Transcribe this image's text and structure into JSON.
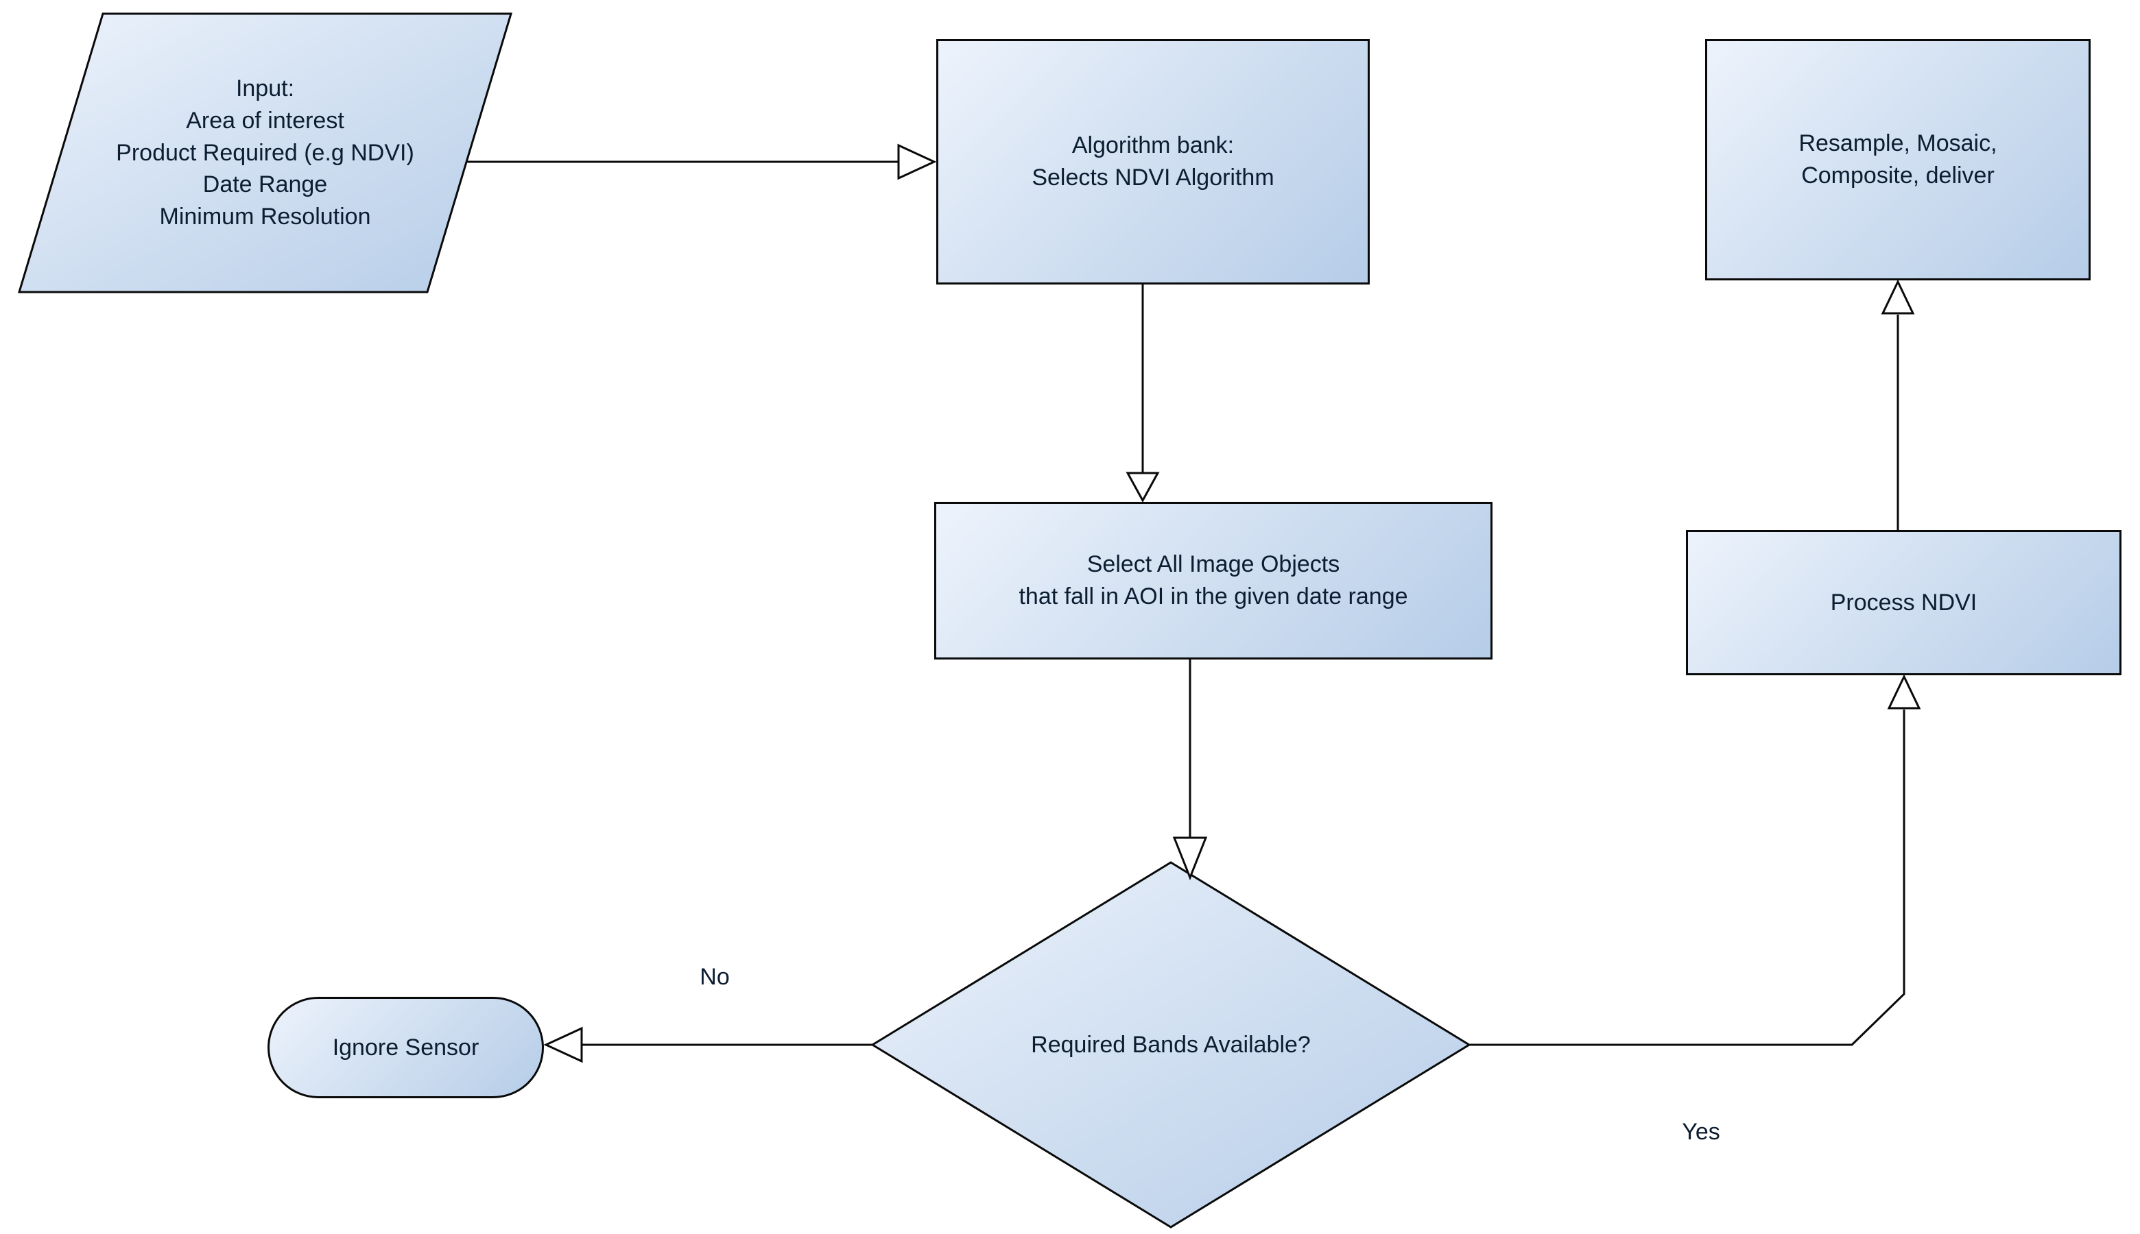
{
  "diagram": {
    "title": "NDVI product request processing flowchart",
    "colors": {
      "background": "#ffffff",
      "shape_fill_light": "#edf3fc",
      "shape_fill_dark": "#b6cde8",
      "shape_border": "#0a0a0a",
      "connector": "#0a0a0a",
      "text": "#0c1d31"
    },
    "nodes": {
      "input": {
        "shape": "parallelogram",
        "lines": [
          "Input:",
          "Area of interest",
          "Product Required (e.g NDVI)",
          "Date Range",
          "Minimum Resolution"
        ]
      },
      "algorithm_bank": {
        "shape": "rectangle",
        "lines": [
          "Algorithm bank:",
          "Selects NDVI Algorithm"
        ]
      },
      "resample": {
        "shape": "rectangle",
        "lines": [
          "Resample, Mosaic,",
          "Composite, deliver"
        ]
      },
      "select_objects": {
        "shape": "rectangle",
        "lines": [
          "Select All Image Objects",
          "that fall in AOI in the given date range"
        ]
      },
      "process_ndvi": {
        "shape": "rectangle",
        "lines": [
          "Process NDVI"
        ]
      },
      "decision": {
        "shape": "diamond",
        "lines": [
          "Required Bands Available?"
        ]
      },
      "ignore_sensor": {
        "shape": "terminator",
        "lines": [
          "Ignore Sensor"
        ]
      }
    },
    "edge_labels": {
      "no": "No",
      "yes": "Yes"
    }
  }
}
